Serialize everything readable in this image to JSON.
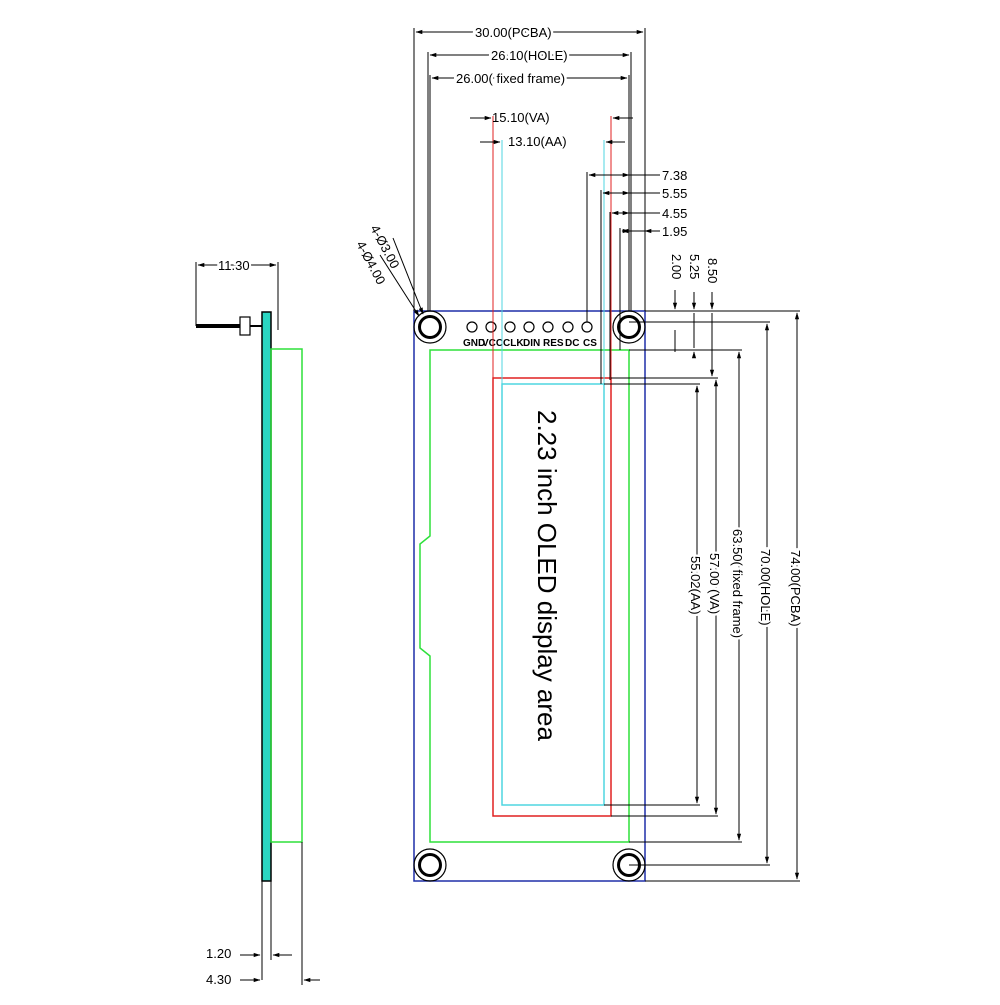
{
  "top_dims": {
    "pcba_width": "30.00(PCBA)",
    "hole_width": "26.10(HOLE)",
    "fixed_frame_width": "26.00( fixed frame)",
    "va_width": "15.10(VA)",
    "aa_width": "13.10(AA)",
    "d738": "7.38",
    "d555": "5.55",
    "d455": "4.55",
    "d195": "1.95"
  },
  "hole_labels": {
    "small": "4-Ø3.00",
    "large": "4-Ø4.00"
  },
  "side_view": {
    "pin_len": "11.30",
    "pcb_thickness": "1.20",
    "total_thickness": "4.30"
  },
  "right_dims": {
    "d200": "2.00",
    "d525": "5.25",
    "d850": "8.50",
    "aa_height": "55.02(AA)",
    "va_height": "57.00 (VA)",
    "fixed_frame_height": "63.50( fixed frame)",
    "hole_height": "70.00(HOLE)",
    "pcba_height": "74.00(PCBA)"
  },
  "pins": [
    "GND",
    "VCC",
    "CLK",
    "DIN",
    "RES",
    "DC",
    "CS"
  ],
  "display_label": "2.23 inch OLED display area",
  "colors": {
    "pcb_outline": "#1f2fa8",
    "fixed_frame": "#2ee03a",
    "va_frame": "#e02020",
    "aa_frame": "#4fd6e0",
    "side_pcb": "#2ad6c2"
  }
}
